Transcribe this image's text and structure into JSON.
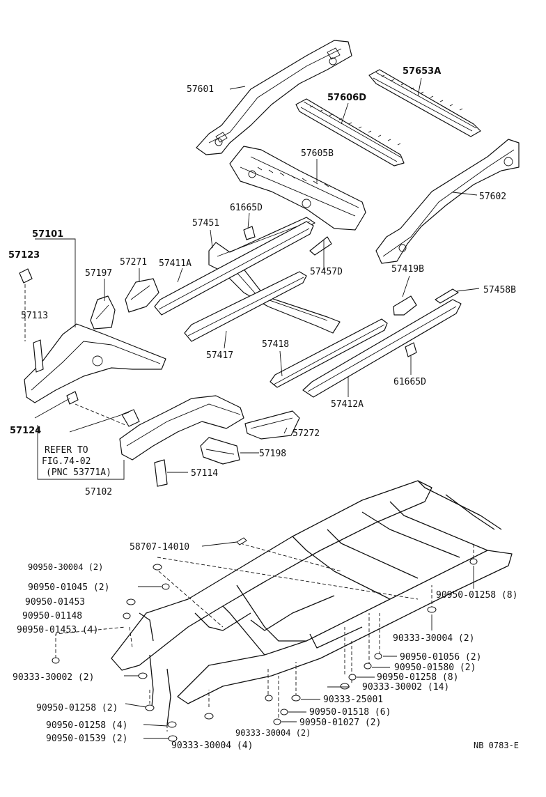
{
  "labels": {
    "p57601": "57601",
    "p57653A": "57653A",
    "p57606D": "57606D",
    "p57605B": "57605B",
    "p57602": "57602",
    "p61665D_a": "61665D",
    "p57451": "57451",
    "p57101": "57101",
    "p57123": "57123",
    "p57197": "57197",
    "p57271": "57271",
    "p57411A": "57411A",
    "p57457D": "57457D",
    "p57419B": "57419B",
    "p57458B": "57458B",
    "p57113": "57113",
    "p57417": "57417",
    "p57418": "57418",
    "p61665D_b": "61665D",
    "p57412A": "57412A",
    "p57124": "57124",
    "refer1": "REFER TO",
    "refer2": "FIG.74-02",
    "refer3": "(PNC 53771A)",
    "p57272": "57272",
    "p57198": "57198",
    "p57114": "57114",
    "p57102": "57102",
    "p58707": "58707-14010",
    "f1": "90950-30004 (2)",
    "f2": "90950-01045 (2)",
    "f3": "90950-01453",
    "f4": "90950-01148",
    "f5": "90950-01453 (4)",
    "f6": "90333-30002 (2)",
    "f7": "90950-01258 (2)",
    "f8": "90950-01258 (4)",
    "f9": "90950-01539 (2)",
    "f10": "90333-30004 (4)",
    "f11": "90333-30004 (2)",
    "f12": "90950-01027 (2)",
    "f13": "90950-01518 (6)",
    "f14": "90333-25001",
    "f15": "90333-30002 (14)",
    "f16": "90950-01258 (8)",
    "f17": "90950-01580 (2)",
    "f18": "90950-01056 (2)",
    "f19": "90333-30004 (2)",
    "f20": "90950-01258 (8)",
    "code": "NB 0783-E"
  }
}
